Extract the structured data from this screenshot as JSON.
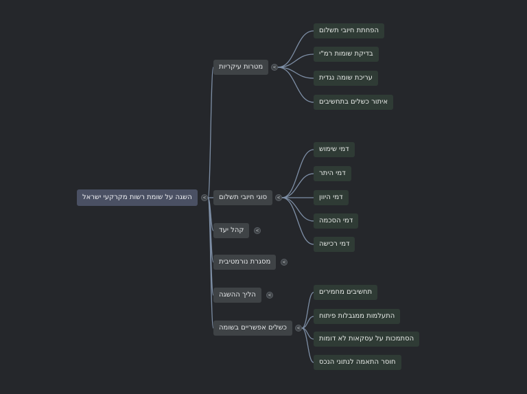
{
  "root": {
    "label": "השגה על שומת רשות מקרקעי ישראל"
  },
  "branches": [
    {
      "label": "מטרות עיקריות",
      "expanded": true,
      "children": [
        "הפחתת חיובי תשלום",
        "בדיקת שומות רמ\"י",
        "עריכת שומה נגדית",
        "איתור כשלים בתחשיבים"
      ]
    },
    {
      "label": "סוגי חיובי תשלום",
      "expanded": true,
      "children": [
        "דמי שימוש",
        "דמי היתר",
        "דמי היוון",
        "דמי הסכמה",
        "דמי רכישה"
      ]
    },
    {
      "label": "קהל יעד",
      "expanded": false,
      "children": []
    },
    {
      "label": "מסגרת נורמטיבית",
      "expanded": false,
      "children": []
    },
    {
      "label": "הליך ההשגה",
      "expanded": false,
      "children": []
    },
    {
      "label": "כשלים אפשריים בשומה",
      "expanded": true,
      "children": [
        "תחשיבים מחמירים",
        "התעלמות ממגבלות פיתוח",
        "הסתמכות על עסקאות לא דומות",
        "חוסר התאמה לנתוני הנכס"
      ]
    }
  ],
  "colors": {
    "edge": "#7e8fa6",
    "root": "#4a5063",
    "branch": "#3f4346",
    "leaf": "#2f3b35"
  },
  "toggle_glyph": "<"
}
